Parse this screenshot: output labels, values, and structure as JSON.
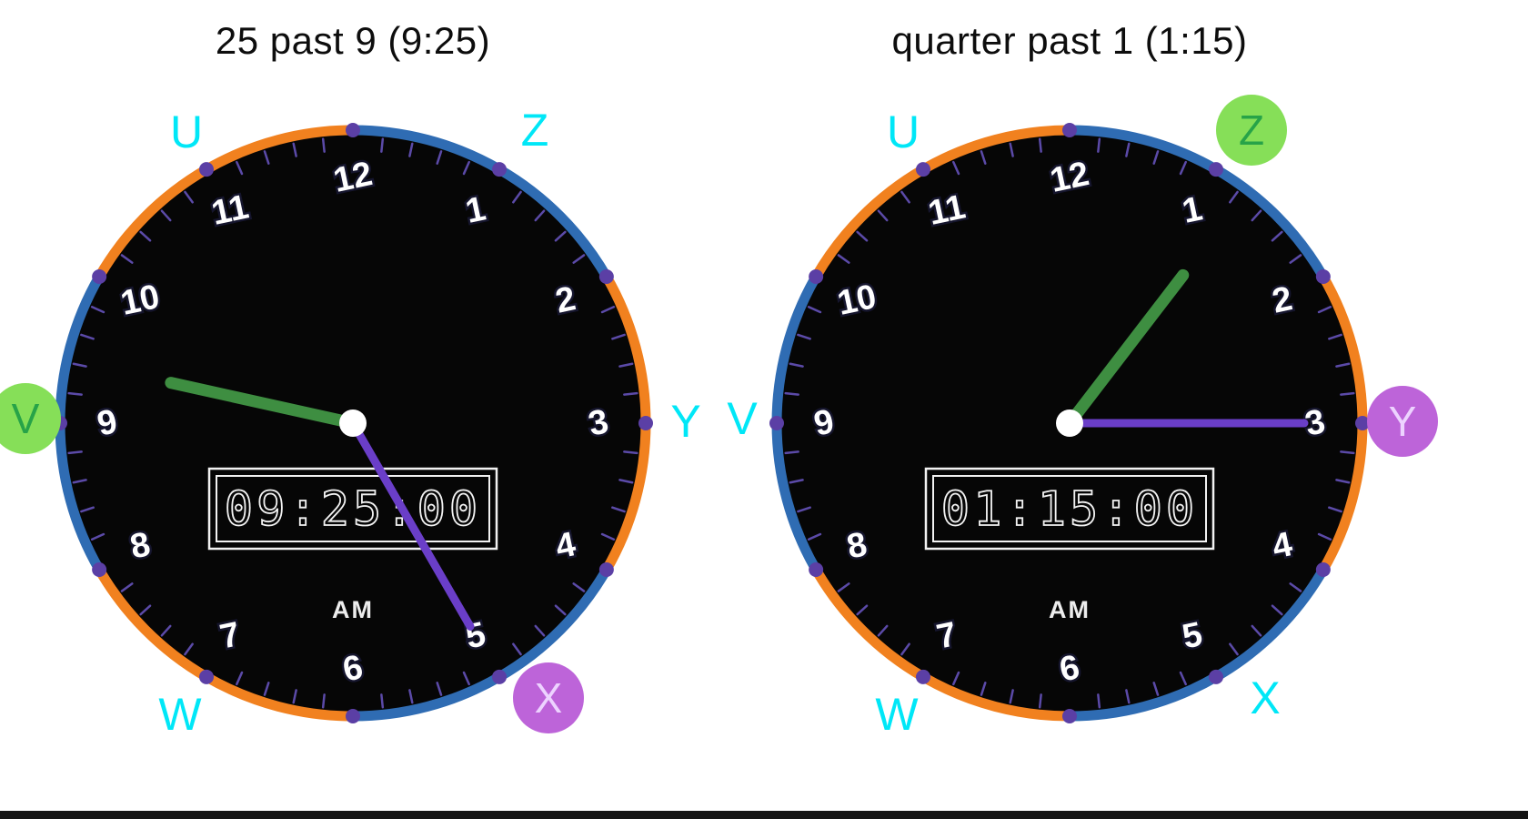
{
  "page": {
    "background": "#ffffff"
  },
  "colors": {
    "title_text": "#0d0d0d",
    "face": "#060606",
    "rim_blue": "#2f6cb3",
    "rim_orange": "#f1811f",
    "tick_purple": "#5b4aa8",
    "hour_dot": "#5b3fa5",
    "numeral_fill": "#ffffff",
    "numeral_outline": "#15152d",
    "hour_hand_green": "#3e8e41",
    "minute_hand_purple": "#6a3ec8",
    "center_dot": "#ffffff",
    "digital_outline": "#f2f2f2",
    "meridiem_text": "#ededed",
    "cyan_letter": "#00e7f7",
    "green_badge_bg": "#86df58",
    "green_badge_text": "#27a348",
    "purple_badge_bg": "#bd64d9",
    "purple_badge_text": "#edd3ff",
    "footer_bar": "#141414"
  },
  "clock_numerals": [
    "12",
    "1",
    "2",
    "3",
    "4",
    "5",
    "6",
    "7",
    "8",
    "9",
    "10",
    "11"
  ],
  "clocks": [
    {
      "title": "25 past 9 (9:25)",
      "digital": "09:25:00",
      "meridiem": "AM",
      "time": {
        "hour": 9,
        "minute": 25
      },
      "labels": [
        {
          "letter": "U",
          "pos": "top-left",
          "badge": "none"
        },
        {
          "letter": "Z",
          "pos": "top-right",
          "badge": "none"
        },
        {
          "letter": "V",
          "pos": "left",
          "badge": "green"
        },
        {
          "letter": "Y",
          "pos": "right",
          "badge": "none"
        },
        {
          "letter": "W",
          "pos": "bottom-left",
          "badge": "none"
        },
        {
          "letter": "X",
          "pos": "bottom-right",
          "badge": "purple"
        }
      ]
    },
    {
      "title": "quarter past 1 (1:15)",
      "digital": "01:15:00",
      "meridiem": "AM",
      "time": {
        "hour": 1,
        "minute": 15
      },
      "labels": [
        {
          "letter": "U",
          "pos": "top-left",
          "badge": "none"
        },
        {
          "letter": "Z",
          "pos": "top-right",
          "badge": "green"
        },
        {
          "letter": "V",
          "pos": "left",
          "badge": "none"
        },
        {
          "letter": "Y",
          "pos": "right",
          "badge": "purple"
        },
        {
          "letter": "W",
          "pos": "bottom-left",
          "badge": "none"
        },
        {
          "letter": "X",
          "pos": "bottom-right",
          "badge": "none"
        }
      ]
    }
  ]
}
